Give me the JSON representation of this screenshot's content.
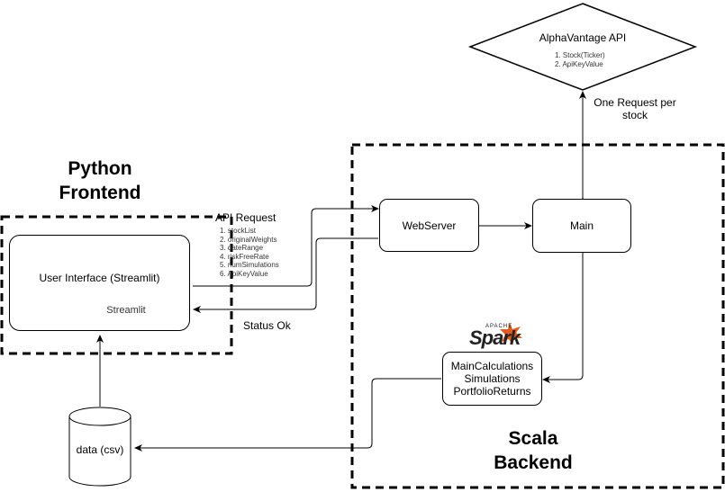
{
  "frontend": {
    "title_line1": "Python",
    "title_line2": "Frontend",
    "ui_box_label": "User Interface (Streamlit)",
    "streamlit_logo_text": "Streamlit"
  },
  "backend": {
    "title_line1": "Scala",
    "title_line2": "Backend",
    "webserver_label": "WebServer",
    "main_label": "Main",
    "spark_logo_text": "Spark",
    "spark_logo_subtext": "APACHE",
    "calc_lines": [
      "MainCalculations",
      "Simulations",
      "PortfolioReturns"
    ]
  },
  "api": {
    "name": "AlphaVantage API",
    "params": [
      "1. Stock(Ticker)",
      "2. ApiKeyValue"
    ],
    "request_note_line1": "One Request per",
    "request_note_line2": "stock"
  },
  "request": {
    "title": "API Request",
    "params": [
      "1. stockList",
      "2. originalWeights",
      "3. dateRange",
      "4. riskFreeRate",
      "5. numSimulations",
      "6. ApiKeyValue"
    ]
  },
  "response": {
    "label": "Status Ok"
  },
  "storage": {
    "label": "data (csv)"
  },
  "colors": {
    "stroke": "#000000",
    "spark_orange": "#e25a1c",
    "python_blue": "#3776ab",
    "python_yellow": "#ffd43b",
    "streamlit_red": "#ff4b4b"
  }
}
